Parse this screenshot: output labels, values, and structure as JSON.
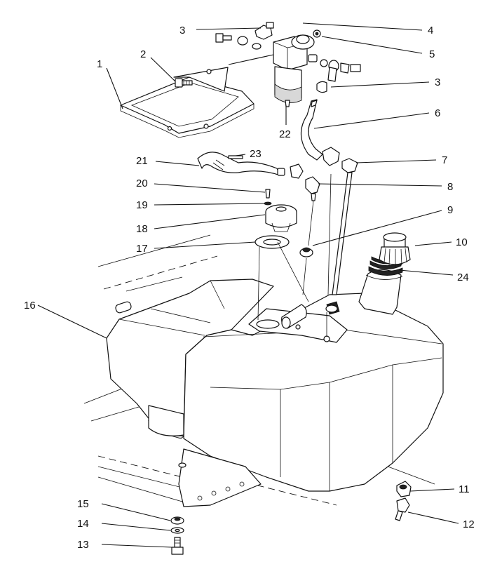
{
  "callouts": {
    "c1": "1",
    "c2": "2",
    "c3a": "3",
    "c3b": "3",
    "c4": "4",
    "c5": "5",
    "c6": "6",
    "c7": "7",
    "c8": "8",
    "c9": "9",
    "c10": "10",
    "c11": "11",
    "c12": "12",
    "c13": "13",
    "c14": "14",
    "c15": "15",
    "c16": "16",
    "c17": "17",
    "c18": "18",
    "c19": "19",
    "c20": "20",
    "c21": "21",
    "c22": "22",
    "c23": "23",
    "c24": "24"
  }
}
